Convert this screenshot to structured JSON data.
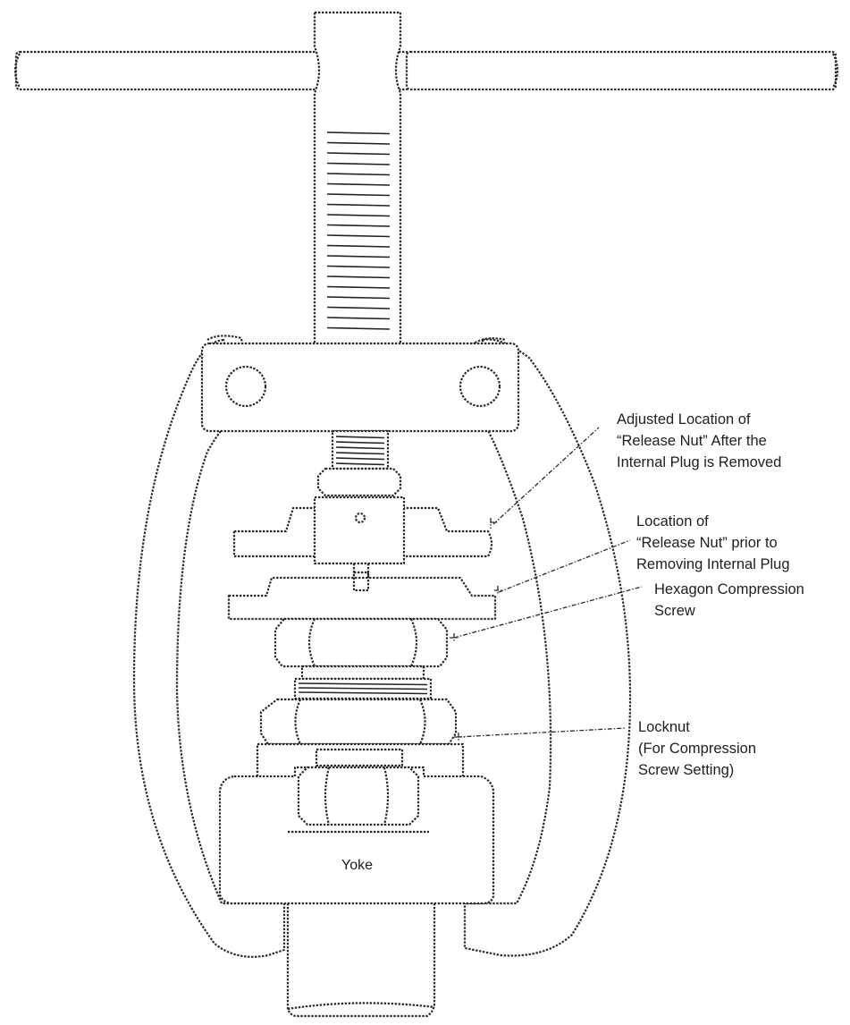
{
  "labels": {
    "adjusted_location": [
      "Adjusted Location of",
      "“Release Nut” After the",
      "Internal Plug is Removed"
    ],
    "location_prior": [
      "Location of",
      "“Release Nut” prior to",
      "Removing Internal Plug"
    ],
    "hex_screw": [
      "Hexagon Compression",
      "Screw"
    ],
    "locknut": [
      "Locknut",
      "(For Compression",
      "Screw Setting)"
    ],
    "yoke": "Yoke"
  }
}
